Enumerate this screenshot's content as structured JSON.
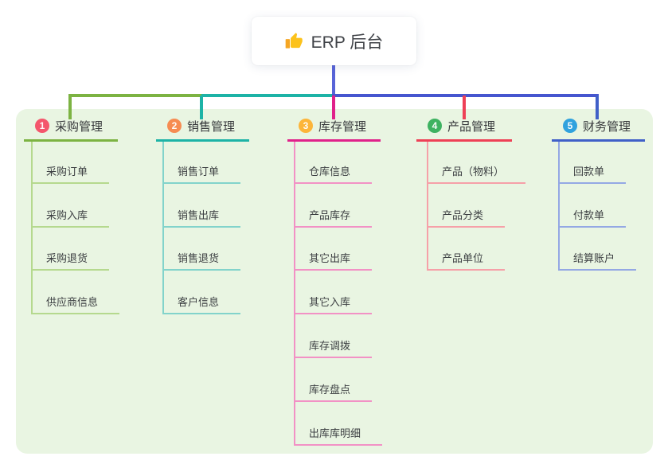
{
  "root": {
    "label": "ERP 后台",
    "icon": "thumbs-up-icon"
  },
  "colors": {
    "panel_bg": "#e9f5e2",
    "trunk_blue": "#4656cf",
    "root_line": "#5864d8"
  },
  "branches": [
    {
      "num": "1",
      "label": "采购管理",
      "badge_color": "#f4566c",
      "line_color": "#7cb342",
      "sub_line_color": "#b5d98e",
      "children": [
        "采购订单",
        "采购入库",
        "采购退货",
        "供应商信息"
      ]
    },
    {
      "num": "2",
      "label": "销售管理",
      "badge_color": "#f68c52",
      "line_color": "#1db3a6",
      "sub_line_color": "#82d3cb",
      "children": [
        "销售订单",
        "销售出库",
        "销售退货",
        "客户信息"
      ]
    },
    {
      "num": "3",
      "label": "库存管理",
      "badge_color": "#fcb53a",
      "line_color": "#e0218a",
      "sub_line_color": "#f291c5",
      "children": [
        "仓库信息",
        "产品库存",
        "其它出库",
        "其它入库",
        "库存调拨",
        "库存盘点",
        "出库库明细"
      ]
    },
    {
      "num": "4",
      "label": "产品管理",
      "badge_color": "#3eb261",
      "line_color": "#ee4056",
      "sub_line_color": "#f6a0a8",
      "children": [
        "产品（物料）",
        "产品分类",
        "产品单位"
      ]
    },
    {
      "num": "5",
      "label": "财务管理",
      "badge_color": "#30a2de",
      "line_color": "#4060c8",
      "sub_line_color": "#94a8e4",
      "children": [
        "回款单",
        "付款单",
        "结算账户"
      ]
    }
  ]
}
